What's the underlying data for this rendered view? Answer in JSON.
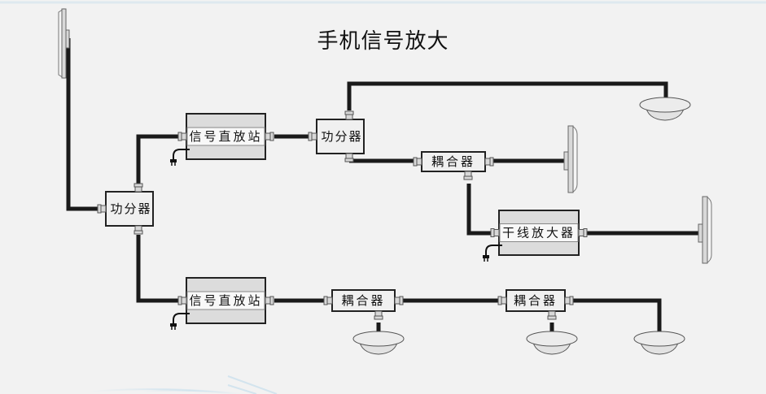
{
  "title": "手机信号放大",
  "colors": {
    "background": "#f2f2f2",
    "cable": "#1a1a1a",
    "box_border": "#222222",
    "box_fill": "#f0f0f0",
    "device_band": "#dcdcdc",
    "connector": "#d8d8d8"
  },
  "nodes": {
    "splitter_main": {
      "label": "功分器",
      "type": "power-splitter"
    },
    "repeater_top": {
      "label": "信号直放站",
      "type": "repeater"
    },
    "repeater_bottom": {
      "label": "信号直放站",
      "type": "repeater"
    },
    "splitter_top": {
      "label": "功分器",
      "type": "power-splitter"
    },
    "coupler_top": {
      "label": "耦合器",
      "type": "coupler"
    },
    "trunk_amp": {
      "label": "干线放大器",
      "type": "trunk-amplifier"
    },
    "coupler_bottom_1": {
      "label": "耦合器",
      "type": "coupler"
    },
    "coupler_bottom_2": {
      "label": "耦合器",
      "type": "coupler"
    },
    "donor_antenna": {
      "label": "",
      "type": "panel-antenna"
    },
    "panel_antenna_1": {
      "label": "",
      "type": "panel-antenna"
    },
    "panel_antenna_2": {
      "label": "",
      "type": "panel-antenna"
    },
    "ceiling_antenna_1": {
      "label": "",
      "type": "ceiling-antenna"
    },
    "ceiling_antenna_2": {
      "label": "",
      "type": "ceiling-antenna"
    },
    "ceiling_antenna_3": {
      "label": "",
      "type": "ceiling-antenna"
    },
    "ceiling_antenna_4": {
      "label": "",
      "type": "ceiling-antenna"
    }
  },
  "edges": [
    [
      "donor_antenna",
      "splitter_main"
    ],
    [
      "splitter_main",
      "repeater_top"
    ],
    [
      "splitter_main",
      "repeater_bottom"
    ],
    [
      "repeater_top",
      "splitter_top"
    ],
    [
      "splitter_top",
      "ceiling_antenna_1"
    ],
    [
      "splitter_top",
      "coupler_top"
    ],
    [
      "coupler_top",
      "panel_antenna_1"
    ],
    [
      "coupler_top",
      "trunk_amp"
    ],
    [
      "trunk_amp",
      "panel_antenna_2"
    ],
    [
      "repeater_bottom",
      "coupler_bottom_1"
    ],
    [
      "coupler_bottom_1",
      "ceiling_antenna_2"
    ],
    [
      "coupler_bottom_1",
      "coupler_bottom_2"
    ],
    [
      "coupler_bottom_2",
      "ceiling_antenna_3"
    ],
    [
      "coupler_bottom_2",
      "ceiling_antenna_4"
    ]
  ],
  "power_plugs": [
    "repeater_top",
    "repeater_bottom",
    "trunk_amp"
  ]
}
